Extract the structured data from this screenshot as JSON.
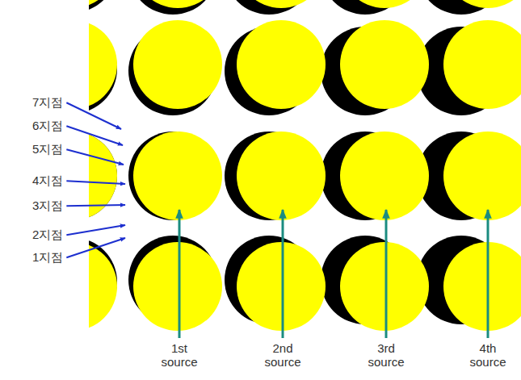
{
  "diagram": {
    "labels": [
      "7지점",
      "6지점",
      "5지점",
      "4지점",
      "3지점",
      "2지점",
      "1지점",
      "1st source",
      "2nd source",
      "3rd source",
      "4th source"
    ]
  }
}
